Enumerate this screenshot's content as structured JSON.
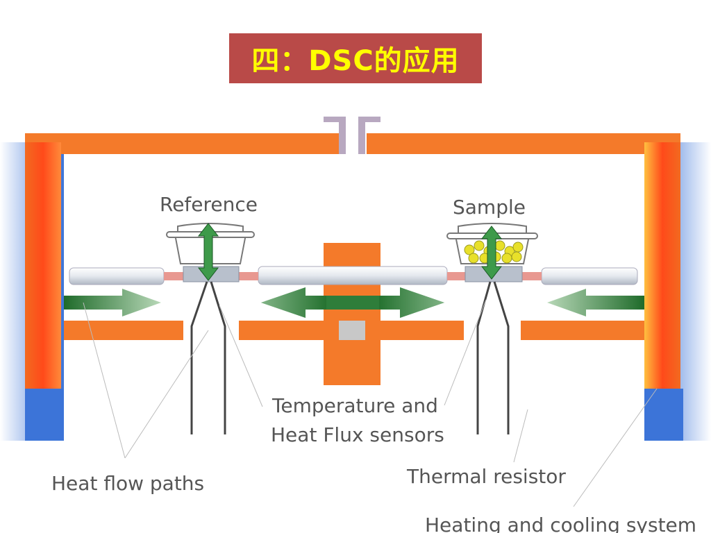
{
  "title": "四：DSC的应用",
  "labels": {
    "reference": "Reference",
    "sample": "Sample",
    "sensors_line1": "Temperature and",
    "sensors_line2": "Heat Flux sensors",
    "heat_flow": "Heat flow paths",
    "thermal_resistor": "Thermal resistor",
    "heating_cooling": "Heating and cooling system"
  },
  "colors": {
    "title_bg": "#b94a48",
    "title_text": "#ffff00",
    "furnace": "#f47a2a",
    "furnace_side": "#ff6a22",
    "cooling": "#3c74d8",
    "sensor_plate": "#c8d0dc",
    "arrow": "#2e7d3a",
    "sample_beads": "#e8e02a"
  }
}
